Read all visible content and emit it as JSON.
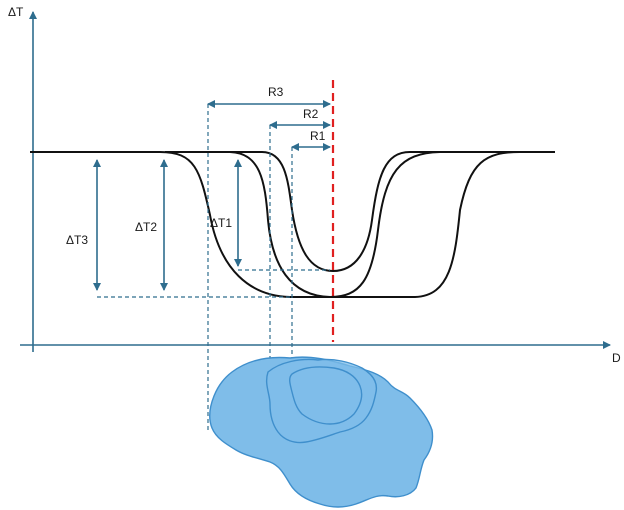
{
  "axes": {
    "y_label": "ΔT",
    "x_label": "D"
  },
  "radius_labels": [
    "R3",
    "R2",
    "R1"
  ],
  "delta_labels": [
    "ΔT3",
    "ΔT2",
    "ΔT1"
  ],
  "colors": {
    "axis": "#2e6d8e",
    "curve": "#111111",
    "center_line": "#e02020",
    "body_fill": "#7fbde9"
  }
}
